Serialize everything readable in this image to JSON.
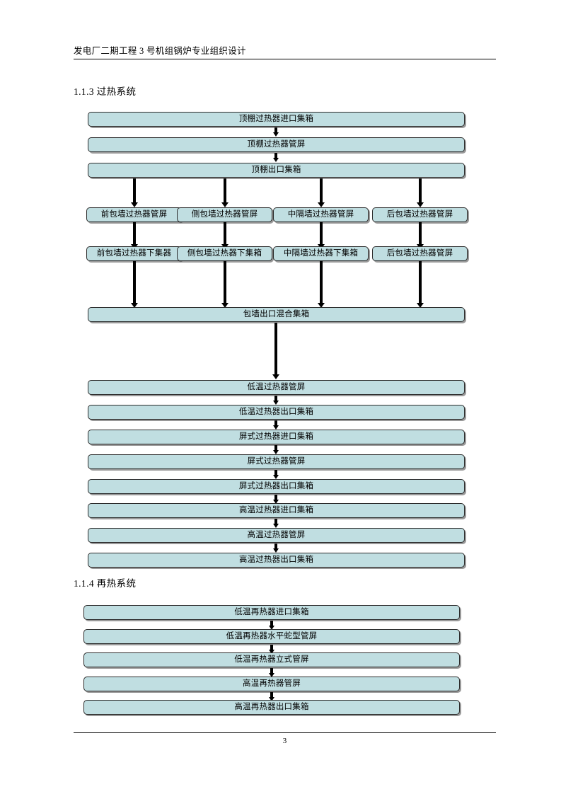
{
  "document": {
    "header_title": "发电厂二期工程 3 号机组锅炉专业组织设计",
    "page_number": "3"
  },
  "sections": [
    {
      "id": "superheat",
      "heading": "1.1.3 过热系统"
    },
    {
      "id": "reheat",
      "heading": "1.1.4 再热系统"
    }
  ],
  "colors": {
    "box_fill": "#c0dee1",
    "box_border": "#2b2b2b",
    "arrow": "#000000",
    "page_background": "#ffffff"
  },
  "superheat_diagram": {
    "top_chain": [
      "顶棚过热器进口集箱",
      "顶棚过热器管屏",
      "顶棚出口集箱"
    ],
    "branch_columns": [
      {
        "panel": "前包墙过热器管屏",
        "header": "前包墙过热器下集器"
      },
      {
        "panel": "侧包墙过热器管屏",
        "header": "侧包墙过热器下集箱"
      },
      {
        "panel": "中隔墙过热器管屏",
        "header": "中隔墙过热器下集箱"
      },
      {
        "panel": "后包墙过热器管屏",
        "header": "后包墙过热器管屏"
      }
    ],
    "merge_box": "包墙出口混合集箱",
    "bottom_chain": [
      "低温过热器管屏",
      "低温过热器出口集箱",
      "屏式过热器进口集箱",
      "屏式过热器管屏",
      "屏式过热器出口集箱",
      "高温过热器进口集箱",
      "高温过热器管屏",
      "高温过热器出口集箱"
    ]
  },
  "reheat_diagram": {
    "chain": [
      "低温再热器进口集箱",
      "低温再热器水平蛇型管屏",
      "低温再热器立式管屏",
      "高温再热器管屏",
      "高温再热器出口集箱"
    ]
  }
}
